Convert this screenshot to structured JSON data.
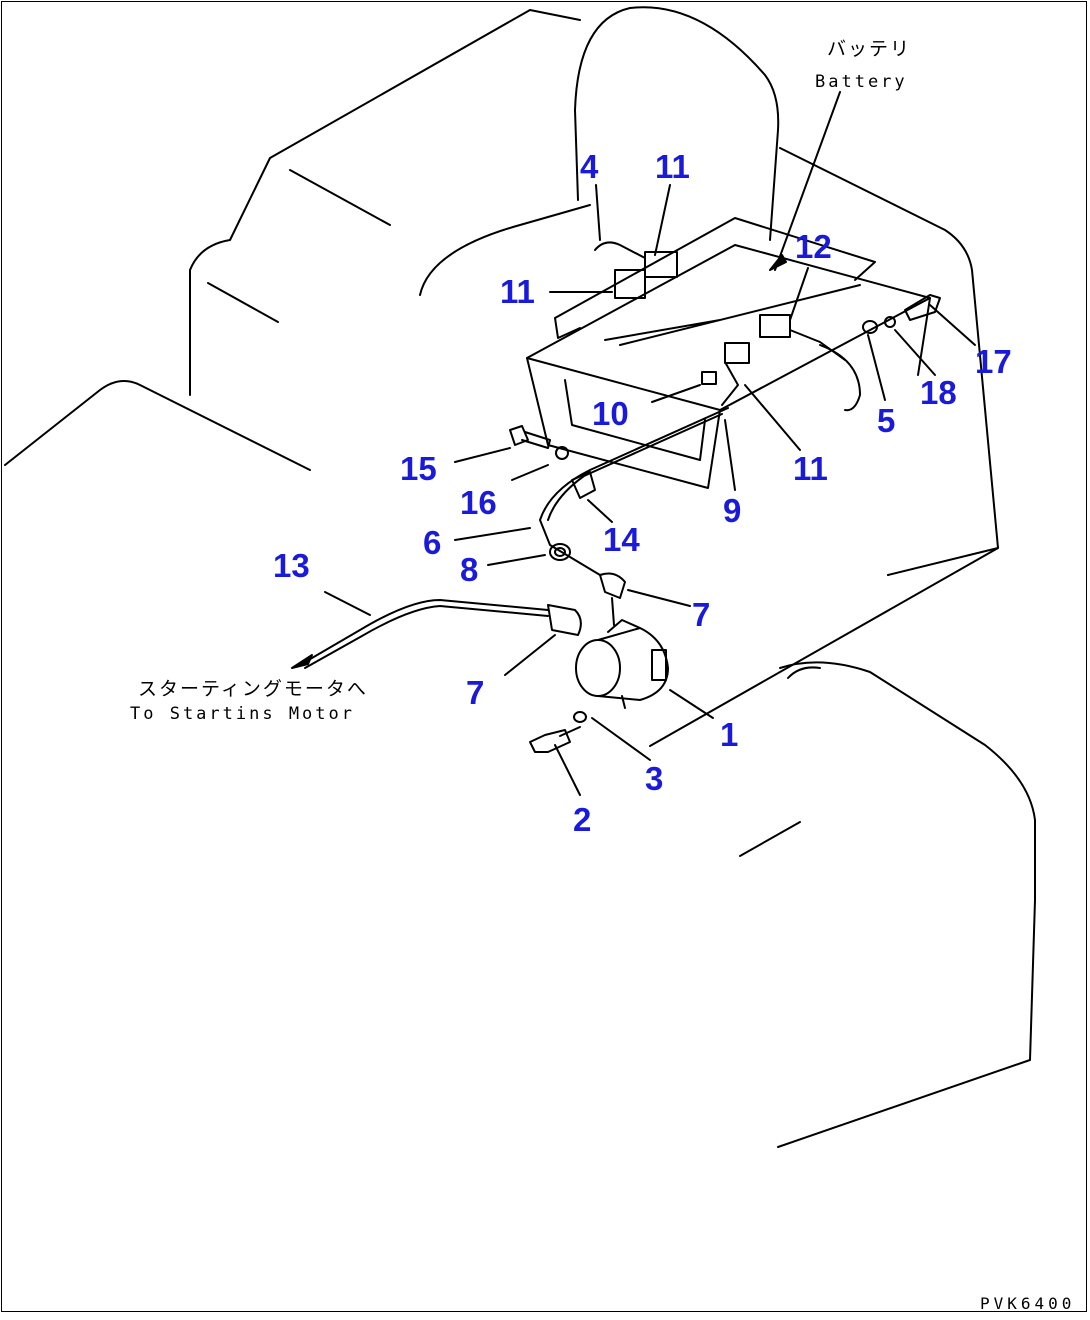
{
  "callouts": {
    "c1": "1",
    "c2": "2",
    "c3": "3",
    "c4": "4",
    "c5": "5",
    "c6": "6",
    "c7a": "7",
    "c7b": "7",
    "c8": "8",
    "c9": "9",
    "c10": "10",
    "c11a": "11",
    "c11b": "11",
    "c11c": "11",
    "c12": "12",
    "c13": "13",
    "c14": "14",
    "c15": "15",
    "c16": "16",
    "c17": "17",
    "c18": "18"
  },
  "labels": {
    "battery_jp": "バッテリ",
    "battery_en": "Battery",
    "starting_motor_jp": "スターティングモータへ",
    "starting_motor_en": "To Startins Motor"
  },
  "drawing_code": "PVK6400",
  "colors": {
    "callout": "#1a1adb",
    "line": "#000000",
    "background": "#ffffff"
  }
}
